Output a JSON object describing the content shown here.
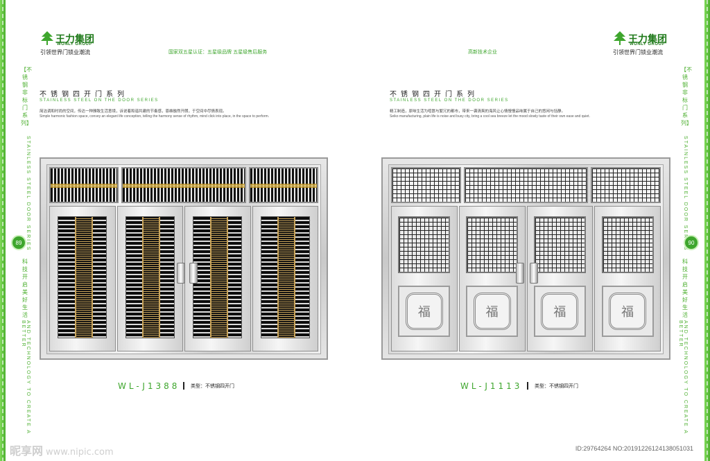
{
  "left_page": {
    "logo": {
      "brand": "王力集团",
      "brand_en": "WONLY GROUP",
      "slogan": "引领世界门锁业潮流"
    },
    "header_note": "国家双五星认证：五星级品牌   五星级售后服务",
    "series_title": "不锈钢四开门系列",
    "series_en": "STAINLESS STEEL ON THE DOOR SERIES",
    "desc": "简洁调和时尚的空间，传达一种雅致生活意境，诉说着和谐共建的节奏感，恩维融然开朗，于空间中尽情表现。",
    "desc_en": "Simple harmonic fashion space, convey an elegant life conception, telling the harmony sense of rhythm, mind click into place, in the space to perform.",
    "page_number": "89",
    "side_text": "【不锈钢非标门系列】",
    "side_text_en": "STAINLESS STEEL DOOR SERIES",
    "side_text2": "科技开启美好生活",
    "side_text2_en": "AND TECHNOLOGY TO CREATE A BETTER",
    "model": "WL-J1388",
    "type_label": "类型：不锈钢四开门"
  },
  "right_page": {
    "logo": {
      "brand": "王力集团",
      "brand_en": "WONLY GROUP",
      "slogan": "引领世界门锁业潮流"
    },
    "header_note": "高新技术企业",
    "series_title": "不锈钢四开门系列",
    "series_en": "STAINLESS STEEL ON THE DOOR SERIES",
    "desc": "精工制造，原味生活为喧嚣与繁冗的都市，带来一袭清爽的海风让心情慢慢品味属于自己的悠闲与恬静。",
    "desc_en": "Seiko manufacturing, plain life is noise and busy city, bring a cool sea breeze let the mood slowly taste of their own ease and quiet.",
    "page_number": "90",
    "side_text": "【不锈钢非标门系列】",
    "side_text_en": "STAINLESS STEEL DOOR SERIES",
    "side_text2": "科技开启美好生活",
    "side_text2_en": "AND TECHNOLOGY TO CREATE A BETTER",
    "model": "WL-J1113",
    "type_label": "类型：不锈钢四开门",
    "panel_glyph": "福"
  },
  "footer": {
    "watermark": "昵享网",
    "watermark_url": "www.nipic.com",
    "image_id": "ID:29764264 NO:20191226124138051031"
  },
  "colors": {
    "accent_green": "#3ea62d",
    "brand_green": "#1f7a1a",
    "edge_green": "#7ed957"
  }
}
